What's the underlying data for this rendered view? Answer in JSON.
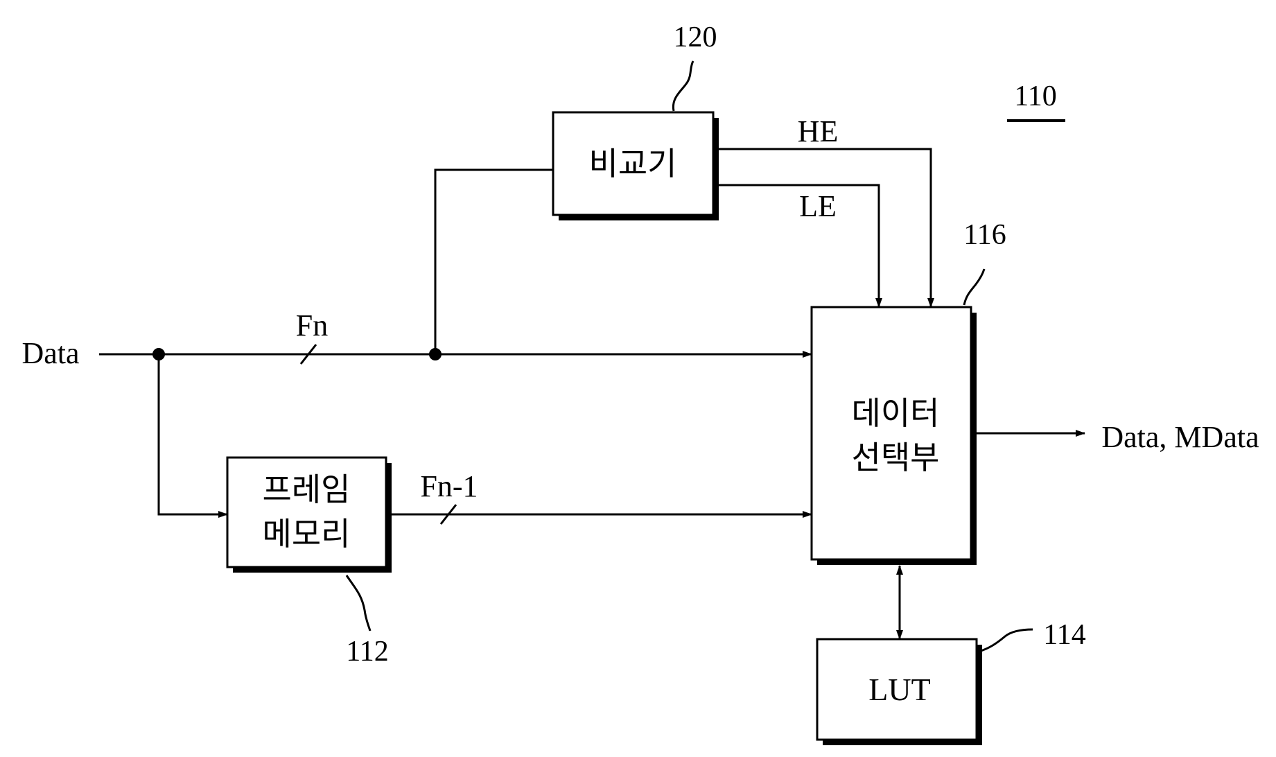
{
  "figure_number": "110",
  "blocks": {
    "comparator": {
      "label": "비교기",
      "ref": "120"
    },
    "frame_memory": {
      "label_line1": "프레임",
      "label_line2": "메모리",
      "ref": "112"
    },
    "data_selector": {
      "label_line1": "데이터",
      "label_line2": "선택부",
      "ref": "116"
    },
    "lut": {
      "label": "LUT",
      "ref": "114"
    }
  },
  "signals": {
    "input": "Data",
    "current_frame": "Fn",
    "previous_frame": "Fn-1",
    "high_enable": "HE",
    "low_enable": "LE",
    "output": "Data, MData"
  }
}
